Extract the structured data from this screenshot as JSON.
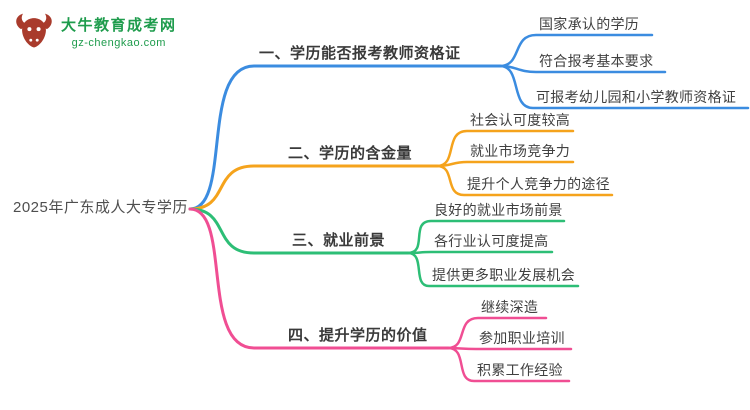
{
  "logo": {
    "site_name": "大牛教育成考网",
    "site_url": "gz-chengkao.com",
    "brand_color": "#1f9c4d",
    "icon_color": "#a93b2c"
  },
  "central_topic": "2025年广东成人大专学历",
  "branches": [
    {
      "label": "一、学历能否报考教师资格证",
      "color": "#3b8ce0",
      "children": [
        "国家承认的学历",
        "符合报考基本要求",
        "可报考幼儿园和小学教师资格证"
      ]
    },
    {
      "label": "二、学历的含金量",
      "color": "#f5a31c",
      "children": [
        "社会认可度较高",
        "就业市场竞争力",
        "提升个人竞争力的途径"
      ]
    },
    {
      "label": "三、就业前景",
      "color": "#2dbe76",
      "children": [
        "良好的就业市场前景",
        "各行业认可度提高",
        "提供更多职业发展机会"
      ]
    },
    {
      "label": "四、提升学历的价值",
      "color": "#f04e93",
      "children": [
        "继续深造",
        "参加职业培训",
        "积累工作经验"
      ]
    }
  ]
}
